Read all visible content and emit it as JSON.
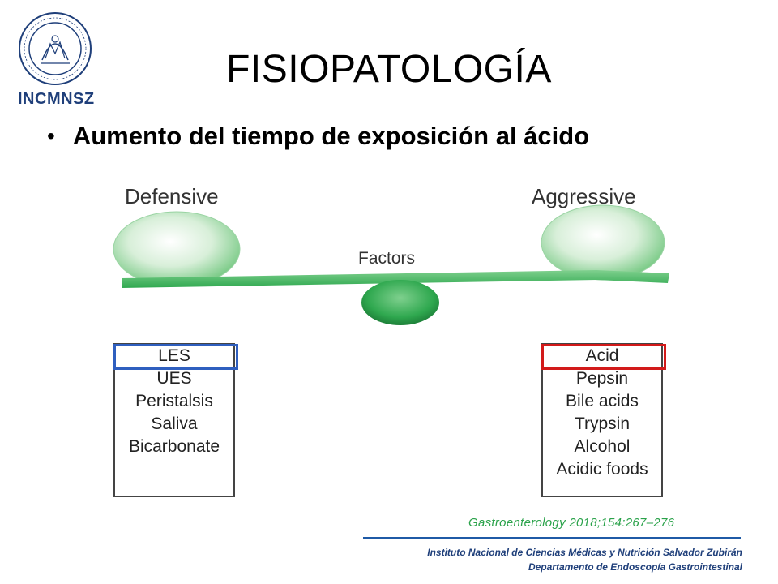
{
  "header": {
    "logo_text": "INCMNSZ",
    "title": "FISIOPATOLOGÍA"
  },
  "bullets": [
    {
      "text": "Aumento del tiempo de exposición al ácido"
    }
  ],
  "diagram": {
    "left_label": "Defensive",
    "right_label": "Aggressive",
    "center_label": "Factors",
    "defensive_factors": [
      "LES",
      "UES",
      "Peristalsis",
      "Saliva",
      "Bicarbonate"
    ],
    "aggressive_factors": [
      "Acid",
      "Pepsin",
      "Bile acids",
      "Trypsin",
      "Alcohol",
      "Acidic foods"
    ],
    "highlight_colors": {
      "defensive": "#2f5fbf",
      "aggressive": "#d21a1a"
    },
    "green": "#2fa84f"
  },
  "citation": "Gastroenterology  2018;154:267–276",
  "footer": {
    "line1": "Instituto Nacional de Ciencias Médicas y Nutrición Salvador Zubirán",
    "line2": "Departamento de Endoscopía Gastrointestinal"
  }
}
